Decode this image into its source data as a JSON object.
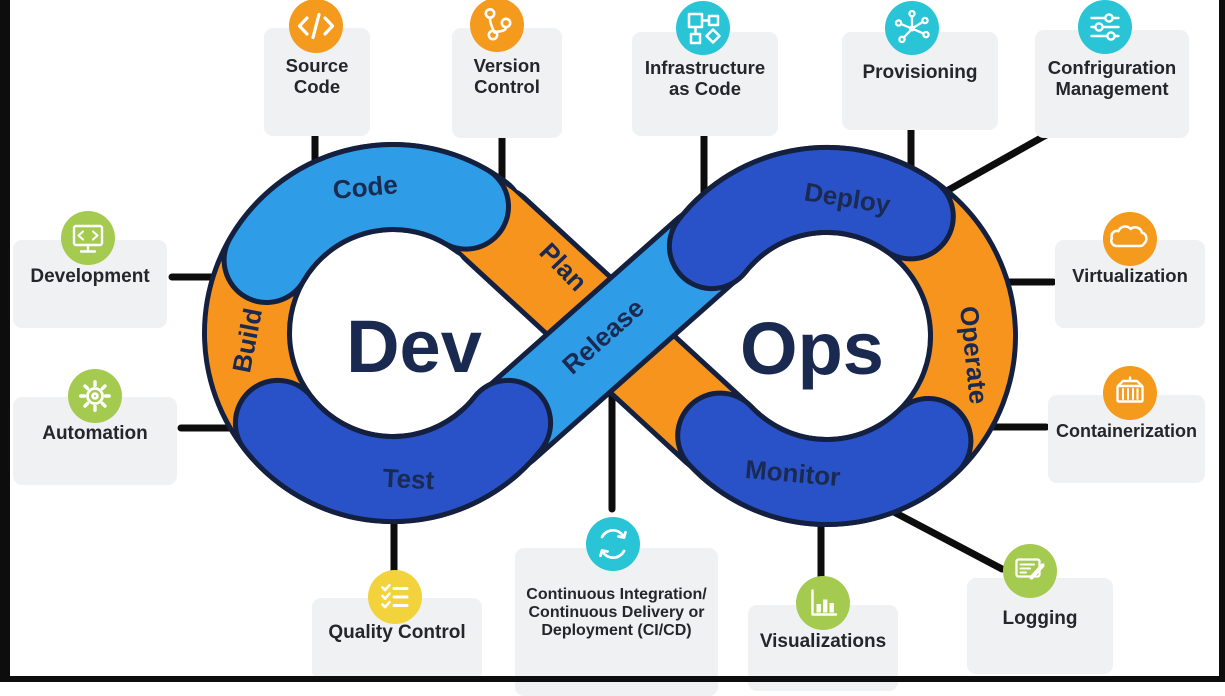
{
  "diagram_title": "DevOps infinity loop",
  "loop": {
    "dev_label": "Dev",
    "ops_label": "Ops",
    "segments": [
      {
        "label": "Code"
      },
      {
        "label": "Plan"
      },
      {
        "label": "Build"
      },
      {
        "label": "Test"
      },
      {
        "label": "Release"
      },
      {
        "label": "Deploy"
      },
      {
        "label": "Operate"
      },
      {
        "label": "Monitor"
      }
    ],
    "colors": {
      "light_blue": "#2f9ce8",
      "dark_blue": "#2a52c8",
      "orange": "#f7941e",
      "outline_navy": "#14203f",
      "text_navy": "#1b2a50"
    }
  },
  "practices": [
    {
      "label": "Source Code",
      "lines": [
        "Source",
        "Code"
      ],
      "icon": "source-code-icon",
      "color": "#f49a1d"
    },
    {
      "label": "Version Control",
      "lines": [
        "Version",
        "Control"
      ],
      "icon": "version-control-icon",
      "color": "#f49a1d"
    },
    {
      "label": "Infrastructure as Code",
      "lines": [
        "Infrastructure",
        "as Code"
      ],
      "icon": "infrastructure-as-code-icon",
      "color": "#29c5d6"
    },
    {
      "label": "Provisioning",
      "lines": [
        "Provisioning"
      ],
      "icon": "provisioning-icon",
      "color": "#29c5d6"
    },
    {
      "label": "Confriguration Management",
      "lines": [
        "Confriguration",
        "Management"
      ],
      "icon": "configuration-management-icon",
      "color": "#29c5d6"
    },
    {
      "label": "Development",
      "lines": [
        "Development"
      ],
      "icon": "development-icon",
      "color": "#a4cb50"
    },
    {
      "label": "Automation",
      "lines": [
        "Automation"
      ],
      "icon": "automation-icon",
      "color": "#a4cb50"
    },
    {
      "label": "Virtualization",
      "lines": [
        "Virtualization"
      ],
      "icon": "virtualization-icon",
      "color": "#f49a1d"
    },
    {
      "label": "Containerization",
      "lines": [
        "Containerization"
      ],
      "icon": "containerization-icon",
      "color": "#f49a1d"
    },
    {
      "label": "Quality Control",
      "lines": [
        "Quality Control"
      ],
      "icon": "quality-control-icon",
      "color": "#f2d33c"
    },
    {
      "label": "Continuous Integration/ Continuous Delivery or Deployment (CI/CD)",
      "lines": [
        "Continuous Integration/",
        "Continuous Delivery or",
        "Deployment (CI/CD)"
      ],
      "icon": "ci-cd-icon",
      "color": "#29c5d6"
    },
    {
      "label": "Visualizations",
      "lines": [
        "Visualizations"
      ],
      "icon": "visualizations-icon",
      "color": "#a4cb50"
    },
    {
      "label": "Logging",
      "lines": [
        "Logging"
      ],
      "icon": "logging-icon",
      "color": "#a4cb50"
    }
  ],
  "frame": {
    "border_color": "#0d0d0d",
    "background": "#ffffff",
    "connector_color": "#0d0d0d"
  }
}
